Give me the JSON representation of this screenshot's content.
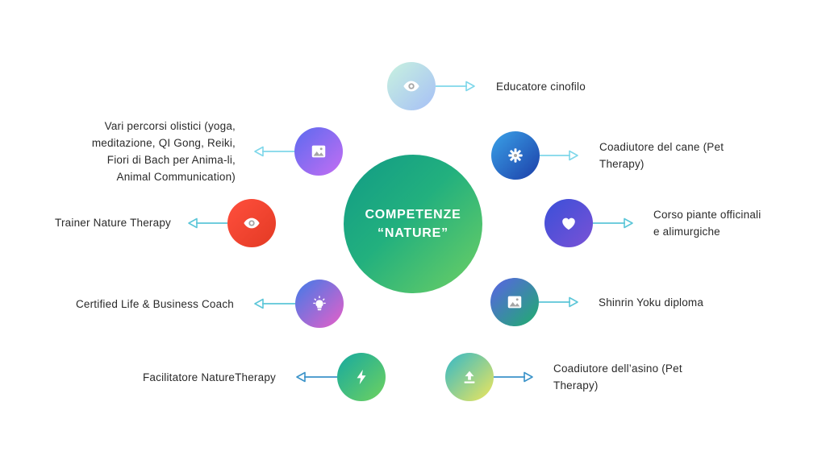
{
  "center": {
    "lines": [
      "COMPETENZE",
      "“NATURE”"
    ]
  },
  "nodes": [
    {
      "id": "educatore",
      "icon": "eye-icon",
      "gradient": [
        "#c8f2df",
        "#a6bff6"
      ],
      "arrow_color": "#7fd7ea",
      "side": "right",
      "lines": [
        "Educatore cinofilo"
      ]
    },
    {
      "id": "percorsi",
      "icon": "image-icon",
      "gradient": [
        "#5b6af0",
        "#c46ef2"
      ],
      "arrow_color": "#7fd7ea",
      "side": "left",
      "lines": [
        "Vari percorsi olistici (yoga,",
        "meditazione, QI Gong, Reiki,",
        "Fiori di Bach per Anima-li,",
        "Animal Communication)"
      ]
    },
    {
      "id": "coadiutore-cane",
      "icon": "gear-icon",
      "gradient": [
        "#3aa2e8",
        "#1c3ea8"
      ],
      "arrow_color": "#7fd7ea",
      "side": "right",
      "lines": [
        "Coadiutore del cane (Pet",
        "Therapy)"
      ]
    },
    {
      "id": "trainer",
      "icon": "eye-icon",
      "gradient": [
        "#ff4f3d",
        "#e33a24"
      ],
      "arrow_color": "#5cc6d8",
      "side": "left",
      "lines": [
        "Trainer Nature Therapy"
      ]
    },
    {
      "id": "piante",
      "icon": "heart-icon",
      "gradient": [
        "#3a4fd8",
        "#7a52d6"
      ],
      "arrow_color": "#5cc6d8",
      "side": "right",
      "lines": [
        "Corso piante officinali",
        "e alimurgiche"
      ]
    },
    {
      "id": "coach",
      "icon": "lightbulb-icon",
      "gradient": [
        "#3f7be8",
        "#e95fc8"
      ],
      "arrow_color": "#5cc6d8",
      "side": "left",
      "lines": [
        "Certified Life & Business Coach"
      ]
    },
    {
      "id": "shinrin",
      "icon": "image-icon",
      "gradient": [
        "#5a62e6",
        "#1fae6c"
      ],
      "arrow_color": "#5cc6d8",
      "side": "right",
      "lines": [
        "Shinrin Yoku diploma"
      ]
    },
    {
      "id": "facilitatore",
      "icon": "bolt-icon",
      "gradient": [
        "#16a9a0",
        "#6fd25e"
      ],
      "arrow_color": "#3b93c9",
      "side": "left",
      "lines": [
        "Facilitatore NatureTherapy"
      ]
    },
    {
      "id": "coadiutore-asino",
      "icon": "upload-icon",
      "gradient": [
        "#33b8c8",
        "#f0e65a"
      ],
      "arrow_color": "#3b93c9",
      "side": "right",
      "lines": [
        "Coadiutore dell’asino (Pet",
        "Therapy)"
      ]
    }
  ]
}
